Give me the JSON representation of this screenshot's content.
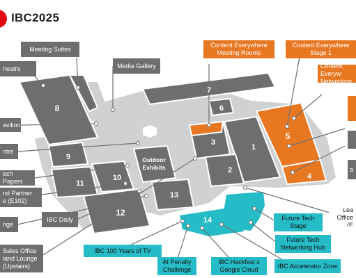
{
  "header": {
    "title": "IBC2025"
  },
  "colors": {
    "brand_red": "#e30613",
    "hall_grey": "#6d6e70",
    "floor_light": "#d0d1d3",
    "content_everywhere_orange": "#e87722",
    "future_tech_teal": "#26bcc7",
    "label_grey": "#6d6e70"
  },
  "halls": [
    {
      "id": "1",
      "label": "1"
    },
    {
      "id": "2",
      "label": "2"
    },
    {
      "id": "3",
      "label": "3"
    },
    {
      "id": "4",
      "label": "4"
    },
    {
      "id": "5",
      "label": "5"
    },
    {
      "id": "6",
      "label": "6"
    },
    {
      "id": "7",
      "label": "7"
    },
    {
      "id": "8",
      "label": "8"
    },
    {
      "id": "9",
      "label": "9"
    },
    {
      "id": "10",
      "label": "10"
    },
    {
      "id": "11",
      "label": "11"
    },
    {
      "id": "12",
      "label": "12"
    },
    {
      "id": "13",
      "label": "13"
    },
    {
      "id": "14",
      "label": "14"
    }
  ],
  "outdoor_exhibits": "Outdoor\nExhibits",
  "labels": {
    "meeting_suites": "Meeting Suites",
    "theatre": "heatre",
    "media_gallery": "Media Gallery",
    "pavilion": "avilion",
    "centre": "ntre",
    "tech_papers": "ech Papers",
    "partner_lounge": "nd Partner\ne (E102)",
    "ibc_daily": "IBC Daily",
    "nge": "nge",
    "sales_office": "Sales Office\nland Lounge\n(Upstairs)",
    "ce_meeting_rooms": "Content Everywhere\nMeeting Rooms",
    "ce_stage_1": "Content Everywhere\nStage 1",
    "ce_networking": "Content Everyw\nNetworking",
    "lea_office": "Lea\nOffice (E",
    "right_a": "a",
    "future_tech_stage": "Future Tech\nStage",
    "future_tech_hub": "Future Tech\nNetworking Hub",
    "ibc_100_years": "IBC 100 Years of TV",
    "ai_penalty": "AI Penalty\nChallenge",
    "ibc_hackfest": "IBC Hackfest x\nGoogle Cloud",
    "ibc_accelerator": "IBC Accelerator Zone"
  }
}
